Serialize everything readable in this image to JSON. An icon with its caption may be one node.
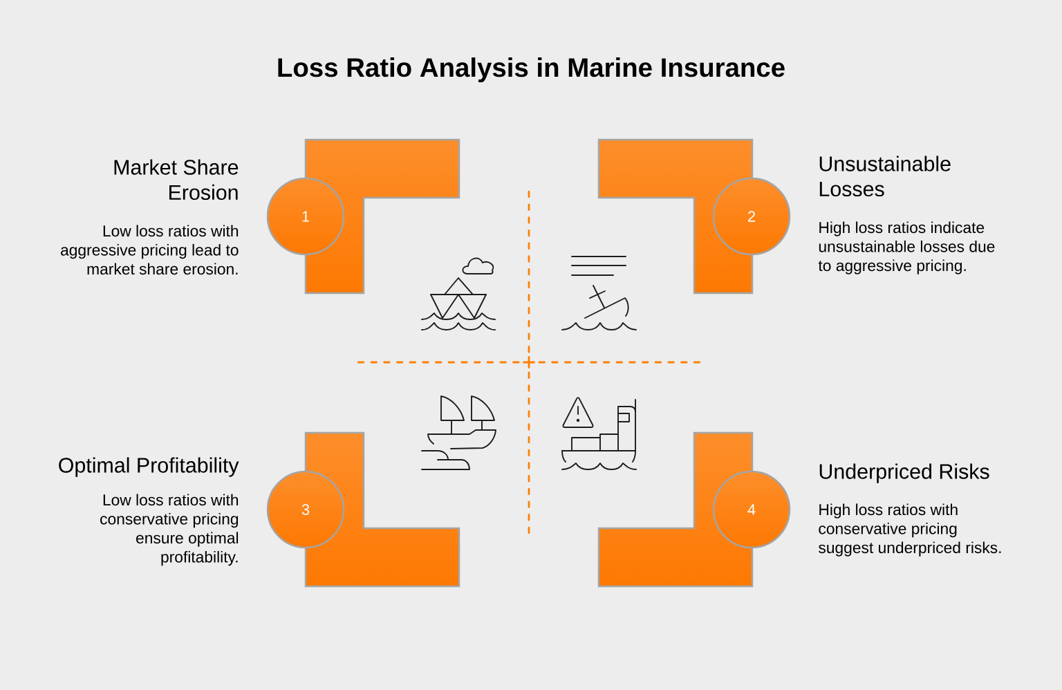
{
  "diagram": {
    "title": "Loss Ratio Analysis in Marine Insurance",
    "nodes": [
      {
        "text": [
          "1"
        ],
        "beside": [
          "Market Share Erosion",
          "Low loss ratios with aggressive pricing lead to market share erosion."
        ]
      },
      {
        "text": [
          "2"
        ],
        "beside": [
          "Unsustainable Losses",
          "High loss ratios indicate unsustainable losses due to aggressive pricing."
        ]
      },
      {
        "text": [
          "3"
        ],
        "beside": [
          "Optimal Profitability",
          "Low loss ratios with conservative pricing ensure optimal profitability."
        ]
      },
      {
        "text": [
          "4"
        ],
        "beside": [
          "Underpriced Risks",
          "High loss ratios with conservative pricing suggest underpriced risks."
        ]
      }
    ]
  }
}
